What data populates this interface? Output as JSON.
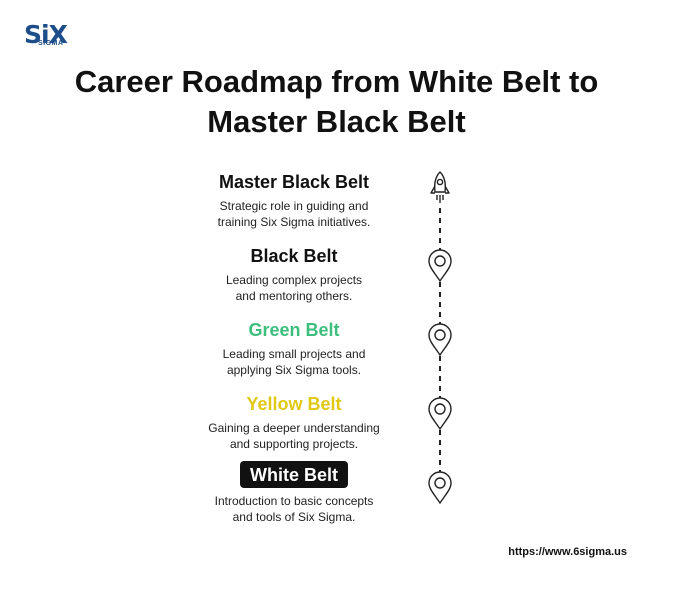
{
  "brand": {
    "logo_main": "SiX",
    "logo_sub": "SIGMA"
  },
  "title": {
    "line1": "Career Roadmap from White Belt to",
    "line2": "Master Black Belt"
  },
  "stages": [
    {
      "name": "Master Black Belt",
      "color": "#111111",
      "desc_line1": "Strategic role in guiding and",
      "desc_line2": "training Six Sigma initiatives.",
      "marker": "rocket-icon"
    },
    {
      "name": "Black Belt",
      "color": "#111111",
      "desc_line1": "Leading complex projects",
      "desc_line2": "and mentoring others.",
      "marker": "location-pin-icon"
    },
    {
      "name": "Green Belt",
      "color": "#3cbf7d",
      "desc_line1": "Leading small projects and",
      "desc_line2": "applying Six Sigma tools.",
      "marker": "location-pin-icon"
    },
    {
      "name": "Yellow Belt",
      "color": "#e0c815",
      "desc_line1": "Gaining a deeper understanding",
      "desc_line2": "and supporting projects.",
      "marker": "location-pin-icon"
    },
    {
      "name": "White Belt",
      "color": "#ffffff",
      "desc_line1": "Introduction to basic concepts",
      "desc_line2": "and tools of Six Sigma.",
      "marker": "location-pin-icon"
    }
  ],
  "footer": {
    "url": "https://www.6sigma.us"
  }
}
